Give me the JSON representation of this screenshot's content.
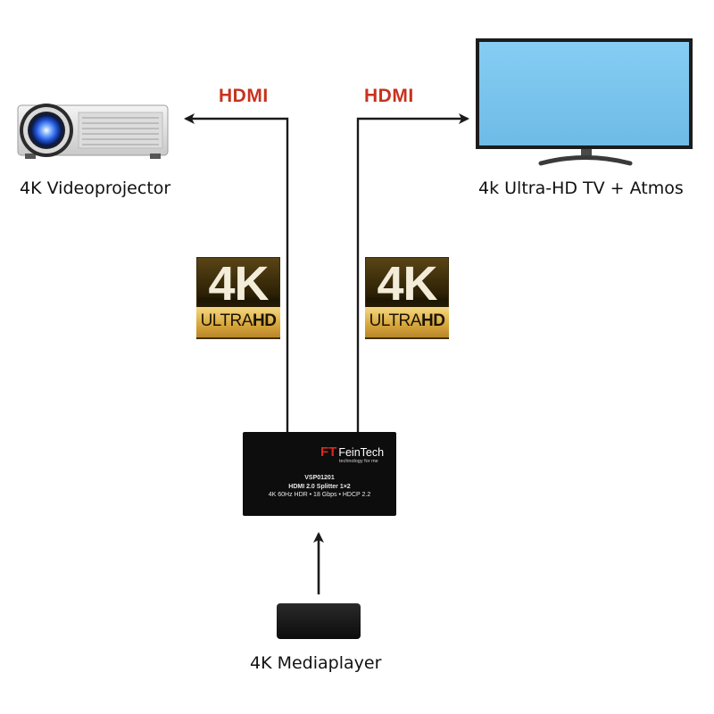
{
  "connection_label_left": "HDMI",
  "connection_label_right": "HDMI",
  "projector": {
    "label": "4K Videoprojector"
  },
  "tv": {
    "label": "4k Ultra-HD TV + Atmos"
  },
  "badge": {
    "big": "4K",
    "small_light": "ULTRA",
    "small_bold": "HD"
  },
  "splitter": {
    "brand_mark": "FT",
    "brand_name": "FeinTech",
    "tagline": "technology for me",
    "model": "VSP01201",
    "product": "HDMI 2.0 Splitter 1×2",
    "specs": "4K 60Hz HDR • 18 Gbps • HDCP 2.2"
  },
  "mediaplayer": {
    "label": "4K Mediaplayer"
  },
  "colors": {
    "hdmi_label": "#c8321e",
    "arrows": "#1a1a1a",
    "tv_screen": "#7fc6ef",
    "projector_lens": "#2a5fe0"
  }
}
